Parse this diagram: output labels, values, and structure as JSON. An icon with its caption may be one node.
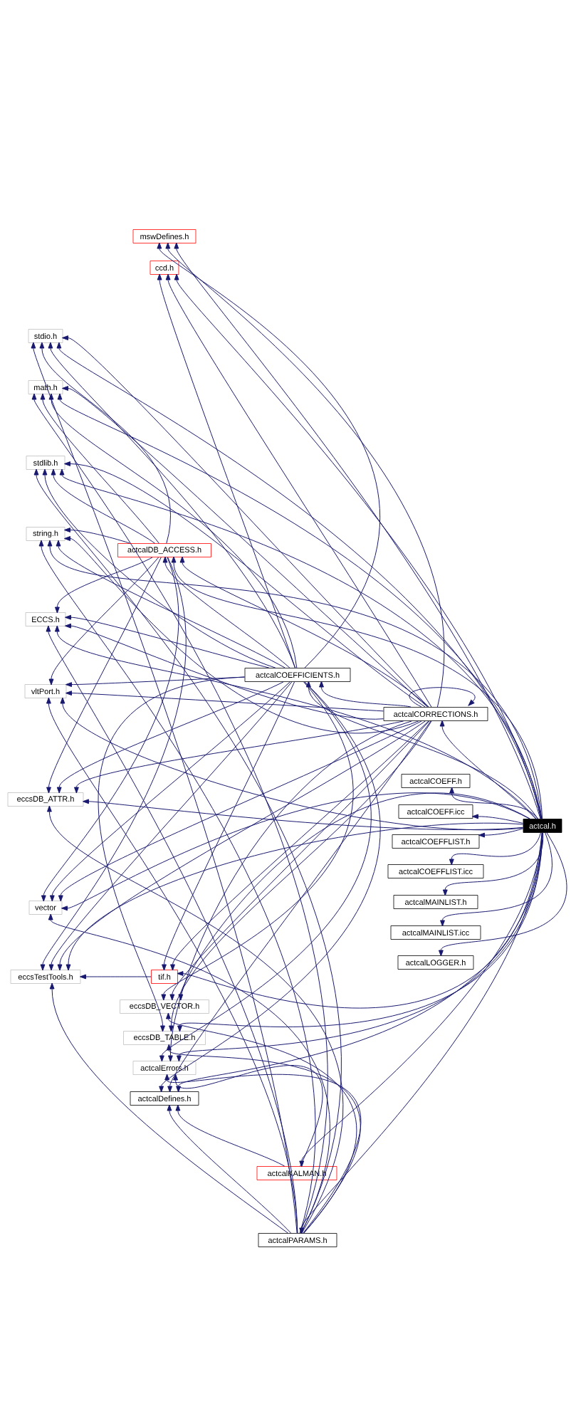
{
  "diagram": {
    "nodes": [
      {
        "text": [
          "mswDefines.h"
        ]
      },
      {
        "text": [
          "ccd.h"
        ]
      },
      {
        "text": [
          "stdio.h"
        ]
      },
      {
        "text": [
          "math.h"
        ]
      },
      {
        "text": [
          "stdlib.h"
        ]
      },
      {
        "text": [
          "string.h"
        ]
      },
      {
        "text": [
          "actcalDB_ACCESS.h"
        ]
      },
      {
        "text": [
          "ECCS.h"
        ]
      },
      {
        "text": [
          "vltPort.h"
        ]
      },
      {
        "text": [
          "actcalCOEFFICIENTS.h"
        ]
      },
      {
        "text": [
          "actcalCORRECTIONS.h"
        ]
      },
      {
        "text": [
          "eccsDB_ATTR.h"
        ]
      },
      {
        "text": [
          "actcalCOEFF.h"
        ]
      },
      {
        "text": [
          "actcalCOEFF.icc"
        ]
      },
      {
        "text": [
          "actcal.h"
        ]
      },
      {
        "text": [
          "actcalCOEFFLIST.h"
        ]
      },
      {
        "text": [
          "actcalCOEFFLIST.icc"
        ]
      },
      {
        "text": [
          "actcalMAINLIST.h"
        ]
      },
      {
        "text": [
          "actcalMAINLIST.icc"
        ]
      },
      {
        "text": [
          "actcalLOGGER.h"
        ]
      },
      {
        "text": [
          "vector"
        ]
      },
      {
        "text": [
          "eccsTestTools.h"
        ]
      },
      {
        "text": [
          "tif.h"
        ]
      },
      {
        "text": [
          "eccsDB_VECTOR.h"
        ]
      },
      {
        "text": [
          "eccsDB_TABLE.h"
        ]
      },
      {
        "text": [
          "actcalErrors.h"
        ]
      },
      {
        "text": [
          "actcalDefines.h"
        ]
      },
      {
        "text": [
          "actcalKALMAN.h"
        ]
      },
      {
        "text": [
          "actcalPARAMS.h"
        ]
      }
    ],
    "edges": [
      {
        "from": 14,
        "to": 12,
        "arrow": "to"
      },
      {
        "from": 14,
        "to": 13,
        "arrow": "to"
      },
      {
        "from": 14,
        "to": 15,
        "arrow": "to"
      },
      {
        "from": 14,
        "to": 16,
        "arrow": "to"
      },
      {
        "from": 14,
        "to": 17,
        "arrow": "to"
      },
      {
        "from": 14,
        "to": 18,
        "arrow": "to"
      },
      {
        "from": 14,
        "to": 19,
        "arrow": "to"
      },
      {
        "from": 14,
        "to": 10,
        "arrow": "to"
      },
      {
        "from": 14,
        "to": 9,
        "arrow": "to"
      },
      {
        "from": 14,
        "to": 28,
        "arrow": "to"
      },
      {
        "from": 14,
        "to": 27,
        "arrow": "to"
      },
      {
        "from": 14,
        "to": 23,
        "arrow": "to"
      },
      {
        "from": 14,
        "to": 24,
        "arrow": "to"
      },
      {
        "from": 14,
        "to": 25,
        "arrow": "to"
      },
      {
        "from": 14,
        "to": 26,
        "arrow": "to"
      },
      {
        "from": 14,
        "to": 6,
        "arrow": "to"
      },
      {
        "from": 14,
        "to": 0,
        "arrow": "to"
      },
      {
        "from": 14,
        "to": 1,
        "arrow": "to"
      },
      {
        "from": 14,
        "to": 2,
        "arrow": "to"
      },
      {
        "from": 14,
        "to": 3,
        "arrow": "to"
      },
      {
        "from": 14,
        "to": 4,
        "arrow": "to"
      },
      {
        "from": 14,
        "to": 5,
        "arrow": "to"
      },
      {
        "from": 14,
        "to": 7,
        "arrow": "to"
      },
      {
        "from": 14,
        "to": 8,
        "arrow": "to"
      },
      {
        "from": 14,
        "to": 11,
        "arrow": "to"
      },
      {
        "from": 14,
        "to": 20,
        "arrow": "to"
      },
      {
        "from": 14,
        "to": 21,
        "arrow": "to"
      },
      {
        "from": 14,
        "to": 22,
        "arrow": "to"
      },
      {
        "from": 10,
        "to": 10,
        "arrow": "to"
      },
      {
        "from": 10,
        "to": 9,
        "arrow": "to"
      },
      {
        "from": 10,
        "to": 0,
        "arrow": "to"
      },
      {
        "from": 10,
        "to": 1,
        "arrow": "to"
      },
      {
        "from": 10,
        "to": 2,
        "arrow": "to"
      },
      {
        "from": 10,
        "to": 3,
        "arrow": "to"
      },
      {
        "from": 10,
        "to": 4,
        "arrow": "to"
      },
      {
        "from": 10,
        "to": 5,
        "arrow": "to"
      },
      {
        "from": 10,
        "to": 6,
        "arrow": "to"
      },
      {
        "from": 10,
        "to": 7,
        "arrow": "to"
      },
      {
        "from": 10,
        "to": 8,
        "arrow": "to"
      },
      {
        "from": 10,
        "to": 11,
        "arrow": "to"
      },
      {
        "from": 10,
        "to": 20,
        "arrow": "to"
      },
      {
        "from": 10,
        "to": 21,
        "arrow": "to"
      },
      {
        "from": 10,
        "to": 22,
        "arrow": "to"
      },
      {
        "from": 10,
        "to": 23,
        "arrow": "to"
      },
      {
        "from": 10,
        "to": 24,
        "arrow": "to"
      },
      {
        "from": 10,
        "to": 25,
        "arrow": "to"
      },
      {
        "from": 10,
        "to": 26,
        "arrow": "to"
      },
      {
        "from": 9,
        "to": 0,
        "arrow": "to"
      },
      {
        "from": 9,
        "to": 1,
        "arrow": "to"
      },
      {
        "from": 9,
        "to": 2,
        "arrow": "to"
      },
      {
        "from": 9,
        "to": 3,
        "arrow": "to"
      },
      {
        "from": 9,
        "to": 4,
        "arrow": "to"
      },
      {
        "from": 9,
        "to": 5,
        "arrow": "to"
      },
      {
        "from": 9,
        "to": 6,
        "arrow": "to"
      },
      {
        "from": 9,
        "to": 7,
        "arrow": "to"
      },
      {
        "from": 9,
        "to": 8,
        "arrow": "to"
      },
      {
        "from": 9,
        "to": 11,
        "arrow": "to"
      },
      {
        "from": 9,
        "to": 20,
        "arrow": "to"
      },
      {
        "from": 9,
        "to": 21,
        "arrow": "to"
      },
      {
        "from": 9,
        "to": 22,
        "arrow": "to"
      },
      {
        "from": 9,
        "to": 23,
        "arrow": "to"
      },
      {
        "from": 9,
        "to": 24,
        "arrow": "to"
      },
      {
        "from": 9,
        "to": 25,
        "arrow": "to"
      },
      {
        "from": 9,
        "to": 26,
        "arrow": "to"
      },
      {
        "from": 6,
        "to": 2,
        "arrow": "to"
      },
      {
        "from": 6,
        "to": 3,
        "arrow": "to"
      },
      {
        "from": 6,
        "to": 4,
        "arrow": "to"
      },
      {
        "from": 6,
        "to": 5,
        "arrow": "to"
      },
      {
        "from": 6,
        "to": 7,
        "arrow": "to"
      },
      {
        "from": 6,
        "to": 8,
        "arrow": "to"
      },
      {
        "from": 6,
        "to": 11,
        "arrow": "to"
      },
      {
        "from": 6,
        "to": 20,
        "arrow": "to"
      },
      {
        "from": 6,
        "to": 21,
        "arrow": "to"
      },
      {
        "from": 22,
        "to": 21,
        "arrow": "to"
      },
      {
        "from": 27,
        "to": 25,
        "arrow": "to"
      },
      {
        "from": 27,
        "to": 26,
        "arrow": "to"
      },
      {
        "from": 28,
        "to": 2,
        "arrow": "to"
      },
      {
        "from": 28,
        "to": 3,
        "arrow": "to"
      },
      {
        "from": 28,
        "to": 4,
        "arrow": "to"
      },
      {
        "from": 28,
        "to": 5,
        "arrow": "to"
      },
      {
        "from": 28,
        "to": 7,
        "arrow": "to"
      },
      {
        "from": 28,
        "to": 8,
        "arrow": "to"
      },
      {
        "from": 28,
        "to": 11,
        "arrow": "to"
      },
      {
        "from": 28,
        "to": 20,
        "arrow": "to"
      },
      {
        "from": 28,
        "to": 21,
        "arrow": "to"
      },
      {
        "from": 28,
        "to": 23,
        "arrow": "to"
      },
      {
        "from": 28,
        "to": 24,
        "arrow": "to"
      },
      {
        "from": 28,
        "to": 25,
        "arrow": "to"
      },
      {
        "from": 28,
        "to": 26,
        "arrow": "to"
      }
    ]
  }
}
